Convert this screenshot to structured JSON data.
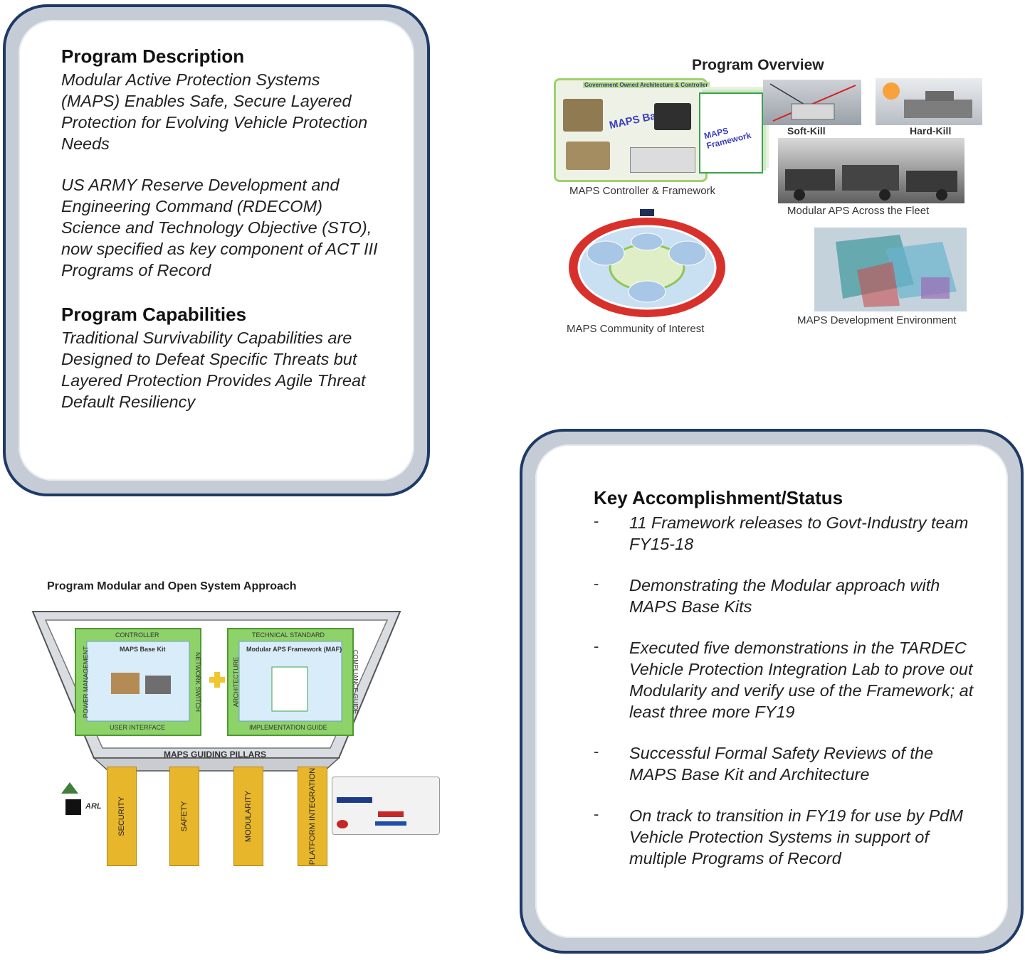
{
  "description": {
    "heading": "Program Description",
    "para1": "Modular Active Protection Systems (MAPS) Enables Safe, Secure Layered Protection for Evolving Vehicle Protection Needs",
    "para2": "US ARMY Reserve Development and Engineering Command (RDECOM) Science and Technology Objective (STO), now  specified as key component of ACT III Programs of Record",
    "capabilities_heading": "Program Capabilities",
    "capabilities_text": "Traditional Survivability Capabilities are Designed to Defeat Specific Threats but Layered Protection Provides Agile Threat Default Resiliency"
  },
  "overview": {
    "title": "Program Overview",
    "gov_label": "Government Owned Architecture & Controller",
    "base_kit_label": "MAPS Base Kit",
    "framework_label": "MAPS Framework",
    "soft_kill": "Soft-Kill",
    "hard_kill": "Hard-Kill",
    "controller_caption": "MAPS Controller & Framework",
    "fleet_caption": "Modular APS Across the Fleet",
    "community_caption": "MAPS Community of Interest",
    "dev_caption": "MAPS Development Environment"
  },
  "approach": {
    "title": "Program Modular and Open System Approach",
    "controller": "CONTROLLER",
    "technical_standard": "TECHNICAL STANDARD",
    "user_interface": "USER INTERFACE",
    "implementation_guide": "IMPLEMENTATION GUIDE",
    "power_management": "POWER MANAGEMENT",
    "network_switch": "NETWORK SWITCH",
    "architecture": "ARCHITECTURE",
    "compliance_guide": "COMPLIANCE GUIDE",
    "base_kit": "MAPS Base Kit",
    "framework": "Modular APS Framework (MAF)",
    "guiding_pillars": "MAPS GUIDING PILLARS",
    "pillars": [
      "SECURITY",
      "SAFETY",
      "MODULARITY",
      "PLATFORM INTEGRATION"
    ],
    "logo_arl": "ARL"
  },
  "status": {
    "heading": "Key Accomplishment/Status",
    "dash": "-",
    "items": [
      "11 Framework releases to Govt-Industry team FY15-18",
      "Demonstrating the Modular approach with  MAPS Base Kits",
      "Executed five demonstrations in the TARDEC Vehicle Protection Integration Lab to prove out Modularity and verify use of the Framework;  at least three more FY19",
      "Successful Formal Safety Reviews of the MAPS Base Kit and Architecture",
      "On track to transition in FY19 for use by PdM Vehicle Protection Systems in support of multiple Programs of Record"
    ]
  },
  "colors": {
    "frame_border": "#1f3a66",
    "frame_fill": "#c5ccd6",
    "pillar": "#e8b62b",
    "module_green": "#8ed26a"
  }
}
